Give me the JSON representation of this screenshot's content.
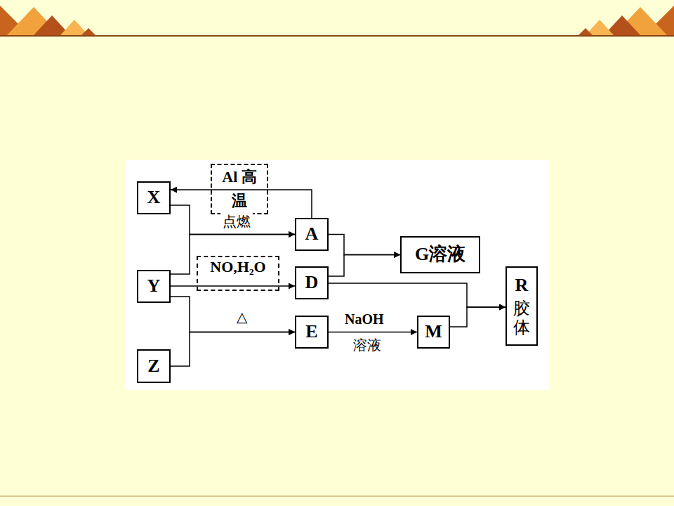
{
  "diagram": {
    "nodes": [
      {
        "text": [
          "X"
        ]
      },
      {
        "text": [
          "Y"
        ]
      },
      {
        "text": [
          "Z"
        ]
      },
      {
        "text": [
          "A"
        ]
      },
      {
        "text": [
          "D"
        ]
      },
      {
        "text": [
          "E"
        ]
      },
      {
        "text": [
          "G溶液"
        ]
      },
      {
        "text": [
          "M"
        ]
      },
      {
        "text": [
          "R",
          "胶体"
        ]
      }
    ],
    "edges": [
      {
        "from": 3,
        "to": 0,
        "label": "Al 高温",
        "arrow": "to"
      },
      {
        "from": 0,
        "to": 3,
        "label": "点燃",
        "arrow": "to"
      },
      {
        "from": 1,
        "to": 3,
        "arrow": "to"
      },
      {
        "from": 1,
        "to": 4,
        "label": "NO,H₂O",
        "arrow": "to"
      },
      {
        "from": 1,
        "to": 5,
        "label": "△",
        "arrow": "to"
      },
      {
        "from": 2,
        "to": 5,
        "arrow": "to"
      },
      {
        "from": 3,
        "to": 6,
        "arrow": "to"
      },
      {
        "from": 4,
        "to": 6,
        "arrow": "to"
      },
      {
        "from": 4,
        "to": 8,
        "arrow": "to"
      },
      {
        "from": 7,
        "to": 8,
        "arrow": "to"
      },
      {
        "from": 5,
        "to": 7,
        "label": "NaOH",
        "arrow": "to"
      }
    ],
    "labels": [
      "溶液"
    ]
  }
}
